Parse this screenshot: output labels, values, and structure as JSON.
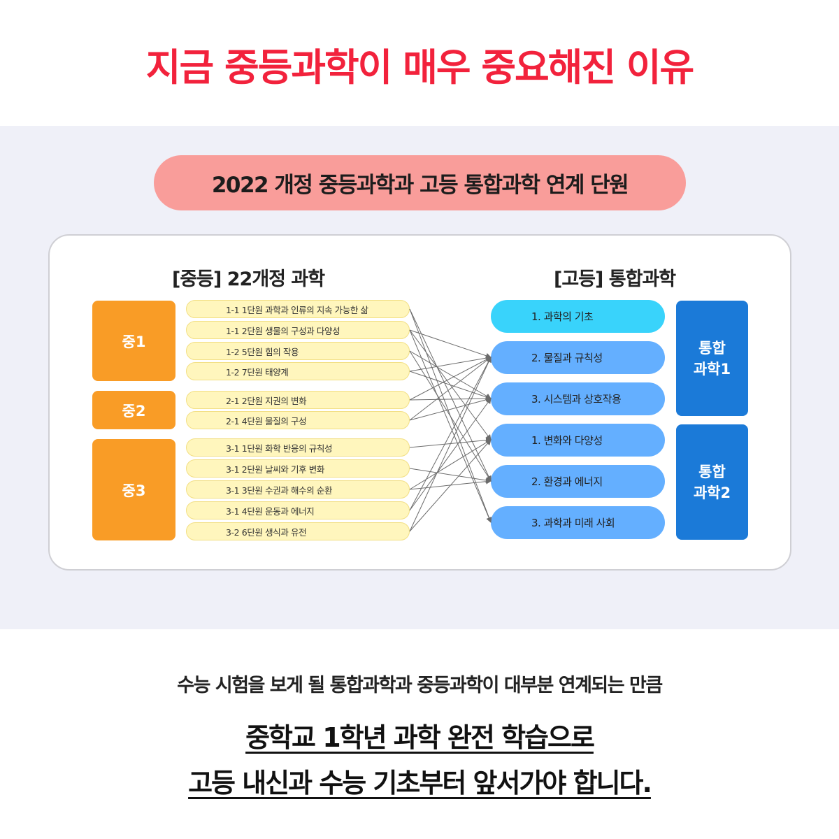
{
  "headline": "지금 중등과학이 매우 중요해진 이유",
  "diagram_title": "2022 개정 중등과학과 고등 통합과학 연계 단원",
  "middle": {
    "heading": "[중등] 22개정 과학",
    "grades": [
      "중1",
      "중2",
      "중3"
    ],
    "units": [
      "1-1 1단원 과학과 인류의 지속 가능한 삶",
      "1-1 2단원 생물의 구성과 다양성",
      "1-2 5단원 힘의 작용",
      "1-2 7단원 태양계",
      "2-1 2단원 지권의 변화",
      "2-1 4단원 물질의 구성",
      "3-1 1단원 화학 반응의 규칙성",
      "3-1 2단원 날씨와 기후 변화",
      "3-1 3단원 수권과 해수의 순환",
      "3-1 4단원 운동과 에너지",
      "3-2 6단원 생식과 유전"
    ]
  },
  "high": {
    "heading": "[고등] 통합과학",
    "topics": [
      "1. 과학의 기초",
      "2. 물질과 규칙성",
      "3. 시스템과 상호작용",
      "1. 변화와 다양성",
      "2. 환경과 에너지",
      "3. 과학과 미래 사회"
    ],
    "courses": [
      "통합\n과학1",
      "통합\n과학2"
    ]
  },
  "links": [
    [
      0,
      4
    ],
    [
      0,
      5
    ],
    [
      1,
      1
    ],
    [
      1,
      3
    ],
    [
      1,
      5
    ],
    [
      2,
      2
    ],
    [
      2,
      4
    ],
    [
      3,
      1
    ],
    [
      3,
      2
    ],
    [
      4,
      1
    ],
    [
      4,
      2
    ],
    [
      5,
      1
    ],
    [
      5,
      2
    ],
    [
      6,
      3
    ],
    [
      7,
      4
    ],
    [
      8,
      3
    ],
    [
      8,
      4
    ],
    [
      9,
      1
    ],
    [
      9,
      2
    ],
    [
      10,
      1
    ],
    [
      10,
      3
    ]
  ],
  "colors": {
    "headline": "#f2223c",
    "grade_box": "#f99c26",
    "unit_pill": "#fff6bd",
    "topic_first": "#39d3fb",
    "topic_rest": "#64afff",
    "course_box": "#1b7ad8",
    "title_pill": "#f99d9a"
  },
  "footer": {
    "sub": "수능 시험을 보게 될 통합과학과 중등과학이 대부분 연계되는 만큼",
    "line1": "중학교 1학년 과학 완전 학습으로",
    "line2": "고등 내신과 수능 기초부터 앞서가야 합니다."
  }
}
